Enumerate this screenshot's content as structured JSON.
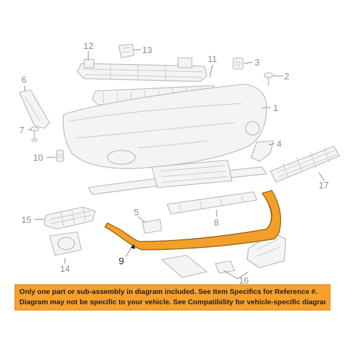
{
  "callouts": {
    "c1": "1",
    "c2": "2",
    "c3": "3",
    "c4": "4",
    "c5": "5",
    "c6": "6",
    "c7": "7",
    "c8": "8",
    "c9": "9",
    "c10": "10",
    "c11": "11",
    "c12": "12",
    "c13": "13",
    "c14": "14",
    "c15": "15",
    "c16": "16",
    "c17": "17"
  },
  "highlighted_part": "9",
  "colors": {
    "highlight_fill": "#f2a02a",
    "highlight_stroke": "#8a5a12",
    "notice_background": "#f7a02e",
    "part_line": "#b5b5b5"
  },
  "notice": {
    "line1": "Only one part or sub-assembly in diagram included. See Item Specifics for Reference #.",
    "line2": "Diagram may not be specific to your vehicle. See Compatibility for vehicle-specific diagrams."
  }
}
